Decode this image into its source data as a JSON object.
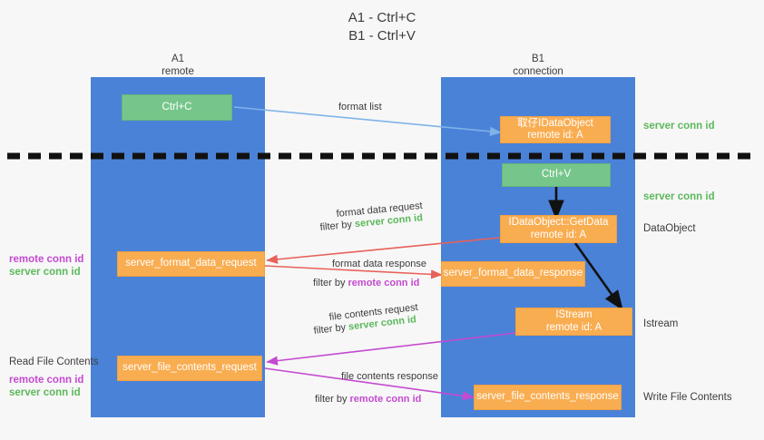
{
  "title": {
    "line1": "A1 - Ctrl+C",
    "line2": "B1 - Ctrl+V"
  },
  "lanes": [
    {
      "name": "A1",
      "sub": "remote"
    },
    {
      "name": "B1",
      "sub": "connection"
    }
  ],
  "boxes": {
    "ctrl_c": "Ctrl+C",
    "ctrl_v": "Ctrl+V",
    "idataobject_top_l1": "取仔IDataObject",
    "idataobject_top_l2": "remote id: A",
    "getdata_l1": "IDataObject::GetData",
    "getdata_l2": "remote id: A",
    "istream_l1": "IStream",
    "istream_l2": "remote id: A",
    "server_format_data_request": "server_format_data_request",
    "server_format_data_response": "server_format_data_response",
    "server_file_contents_request": "server_file_contents_request",
    "server_file_contents_response": "server_file_contents_response"
  },
  "side_labels": {
    "server_conn_id_1": "server conn id",
    "server_conn_id_2": "server conn id",
    "dataobject": "DataObject",
    "istream": "Istream",
    "write_file_contents": "Write File Contents",
    "read_file_contents": "Read File Contents",
    "left_remote_conn_id_1": "remote conn id",
    "left_server_conn_id_1": "server conn id",
    "left_remote_conn_id_2": "remote conn id",
    "left_server_conn_id_2": "server conn id"
  },
  "flows": {
    "format_list": "format list",
    "format_data_request": "format data request",
    "format_data_request_filter_prefix": "filter by ",
    "format_data_request_filter_value": "server conn id",
    "format_data_response": "format data response",
    "format_data_response_filter_prefix": "filter by ",
    "format_data_response_filter_value": "remote conn id",
    "file_contents_request": "file contents request",
    "file_contents_request_filter_prefix": "filter by ",
    "file_contents_request_filter_value": "server conn id",
    "file_contents_response": "file contents response",
    "file_contents_response_filter_prefix": "filter by ",
    "file_contents_response_filter_value": "remote conn id"
  },
  "colors": {
    "lane": "#4a82d8",
    "green_box": "#76c68b",
    "orange_box": "#f9ad51",
    "green_text": "#5cb85c",
    "magenta_text": "#c44ad0",
    "arrow_blue": "#7fb3e8",
    "arrow_red": "#e8615a",
    "arrow_magenta": "#c44ad0",
    "arrow_black": "#111111",
    "background": "#f7f7f7"
  }
}
